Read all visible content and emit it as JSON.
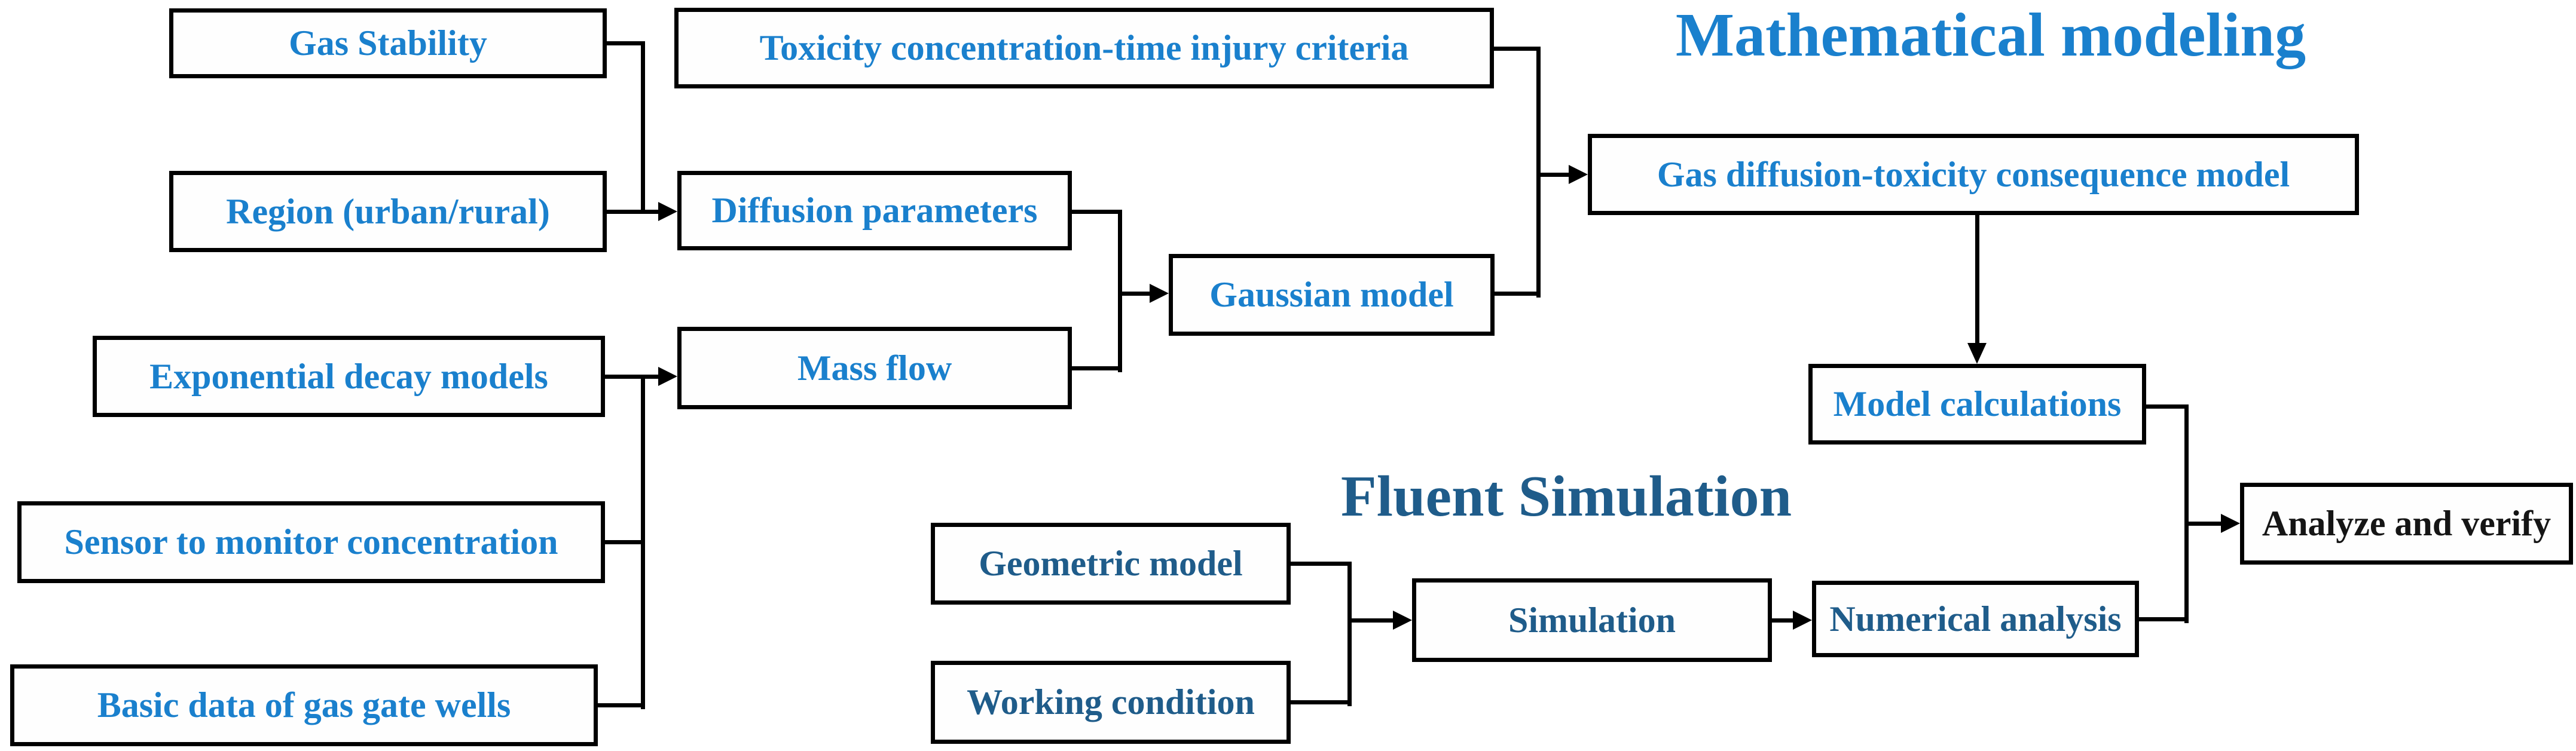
{
  "figure": {
    "background": "#ffffff",
    "colors": {
      "mathematical_group_text": "#1a80cd",
      "fluent_group_text": "#1f5c8a",
      "verify_text": "#151515",
      "box_border": "#000000",
      "connector_line": "#000000"
    }
  },
  "titles": {
    "mathematical_modeling": "Mathematical modeling",
    "fluent_simulation": "Fluent Simulation"
  },
  "nodes": {
    "gas_stability": {
      "label": "Gas Stability"
    },
    "region": {
      "label": "Region (urban/rural)"
    },
    "toxicity_criteria": {
      "label": "Toxicity concentration-time injury criteria"
    },
    "diffusion_parameters": {
      "label": "Diffusion parameters"
    },
    "mass_flow": {
      "label": "Mass flow"
    },
    "gaussian_model": {
      "label": "Gaussian model"
    },
    "gas_diffusion_model": {
      "label": "Gas diffusion-toxicity consequence model"
    },
    "exponential_decay": {
      "label": "Exponential decay models"
    },
    "sensor_concentration": {
      "label": "Sensor to monitor concentration"
    },
    "basic_data": {
      "label": "Basic data of gas gate wells"
    },
    "model_calculations": {
      "label": "Model calculations"
    },
    "geometric_model": {
      "label": "Geometric model"
    },
    "working_condition": {
      "label": "Working condition"
    },
    "simulation": {
      "label": "Simulation"
    },
    "numerical_analysis": {
      "label": "Numerical analysis"
    },
    "analyze_verify": {
      "label": "Analyze and verify"
    }
  },
  "edges": [
    {
      "from": "gas_stability",
      "to": "diffusion_parameters"
    },
    {
      "from": "region",
      "to": "diffusion_parameters"
    },
    {
      "from": "exponential_decay",
      "to": "mass_flow"
    },
    {
      "from": "sensor_concentration",
      "to": "mass_flow"
    },
    {
      "from": "basic_data",
      "to": "mass_flow"
    },
    {
      "from": "diffusion_parameters",
      "to": "gaussian_model"
    },
    {
      "from": "mass_flow",
      "to": "gaussian_model"
    },
    {
      "from": "toxicity_criteria",
      "to": "gas_diffusion_model"
    },
    {
      "from": "gaussian_model",
      "to": "gas_diffusion_model"
    },
    {
      "from": "gas_diffusion_model",
      "to": "model_calculations"
    },
    {
      "from": "model_calculations",
      "to": "analyze_verify"
    },
    {
      "from": "geometric_model",
      "to": "simulation"
    },
    {
      "from": "working_condition",
      "to": "simulation"
    },
    {
      "from": "simulation",
      "to": "numerical_analysis"
    },
    {
      "from": "numerical_analysis",
      "to": "analyze_verify"
    }
  ]
}
